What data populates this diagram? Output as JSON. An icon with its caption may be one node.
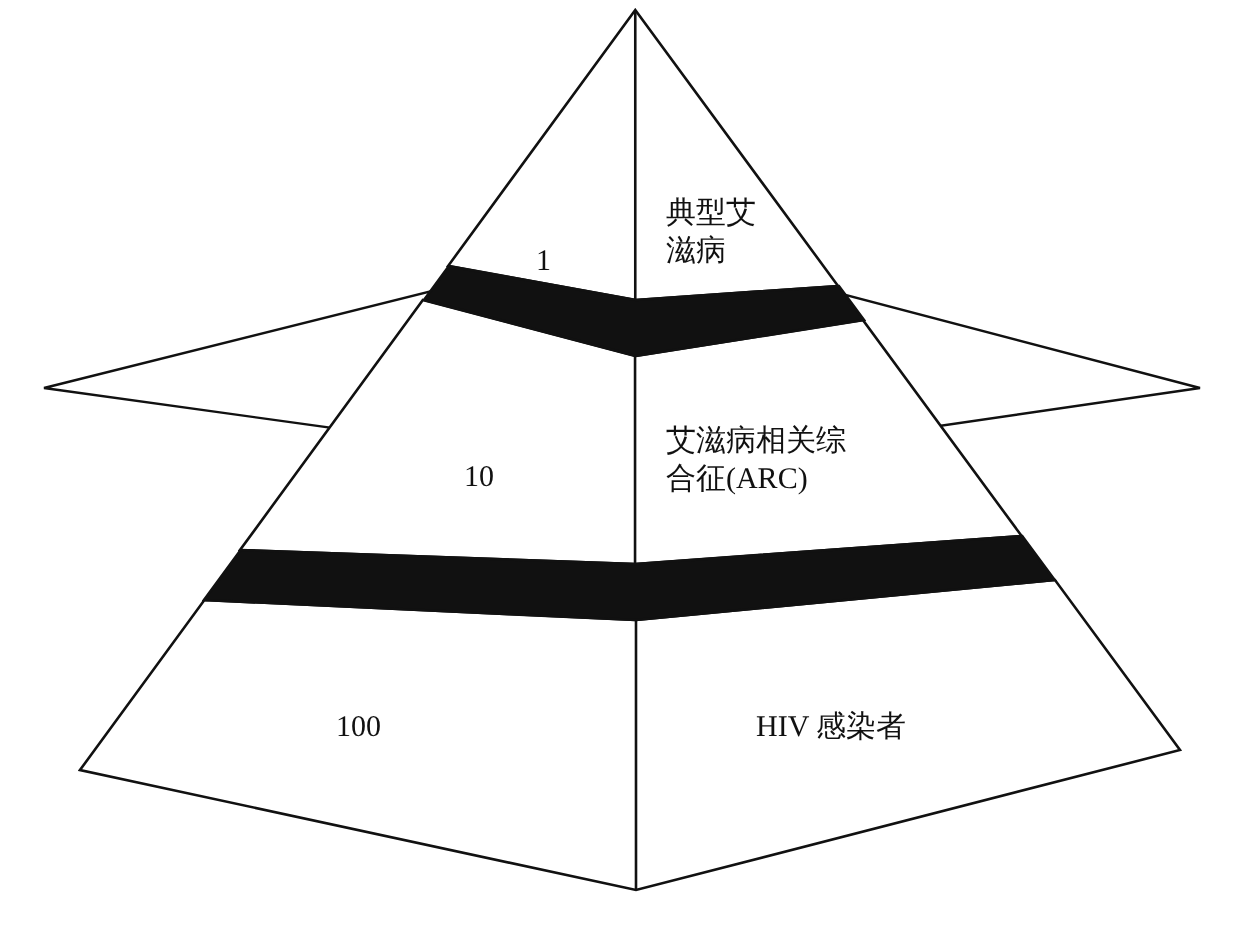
{
  "diagram": {
    "nodes": [
      {
        "text": [
          "1",
          "典型艾滋病"
        ]
      },
      {
        "text": [],
        "shape": "band"
      },
      {
        "text": [
          "10",
          "艾滋病相关综合征(ARC)"
        ]
      },
      {
        "text": [],
        "shape": "band"
      },
      {
        "text": [
          "100",
          "HIV 感染者"
        ]
      }
    ]
  }
}
